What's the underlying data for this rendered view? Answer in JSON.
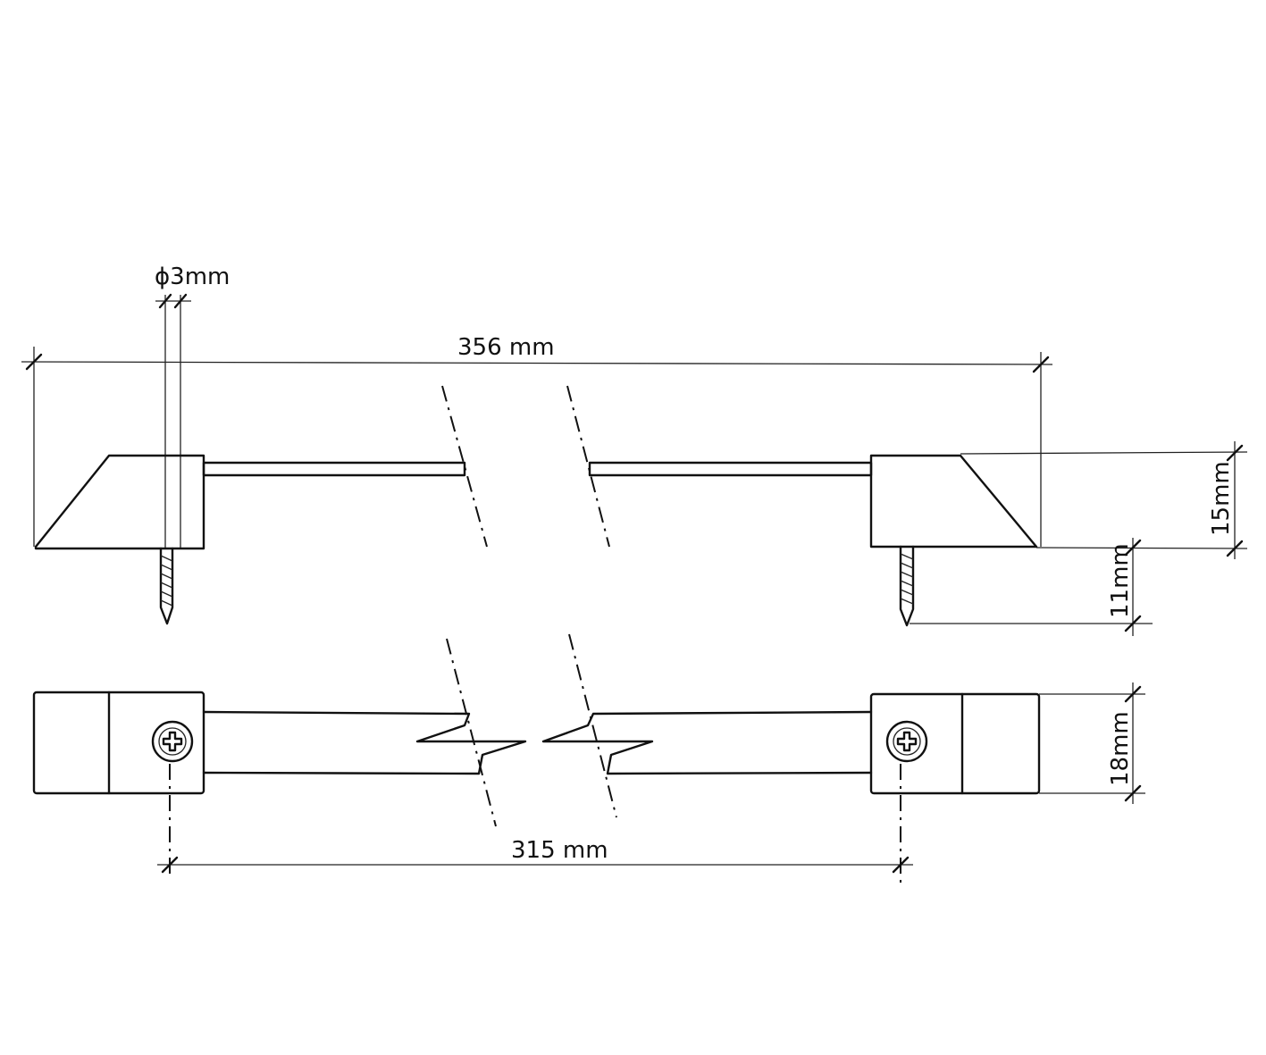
{
  "drawing": {
    "labels": {
      "diameter": "ϕ3mm",
      "overall_length": "356 mm",
      "block_height": "15mm",
      "screw_length": "11mm",
      "width": "18mm",
      "hole_spacing": "315 mm"
    },
    "ink_color": "#111111",
    "background": "#ffffff"
  }
}
